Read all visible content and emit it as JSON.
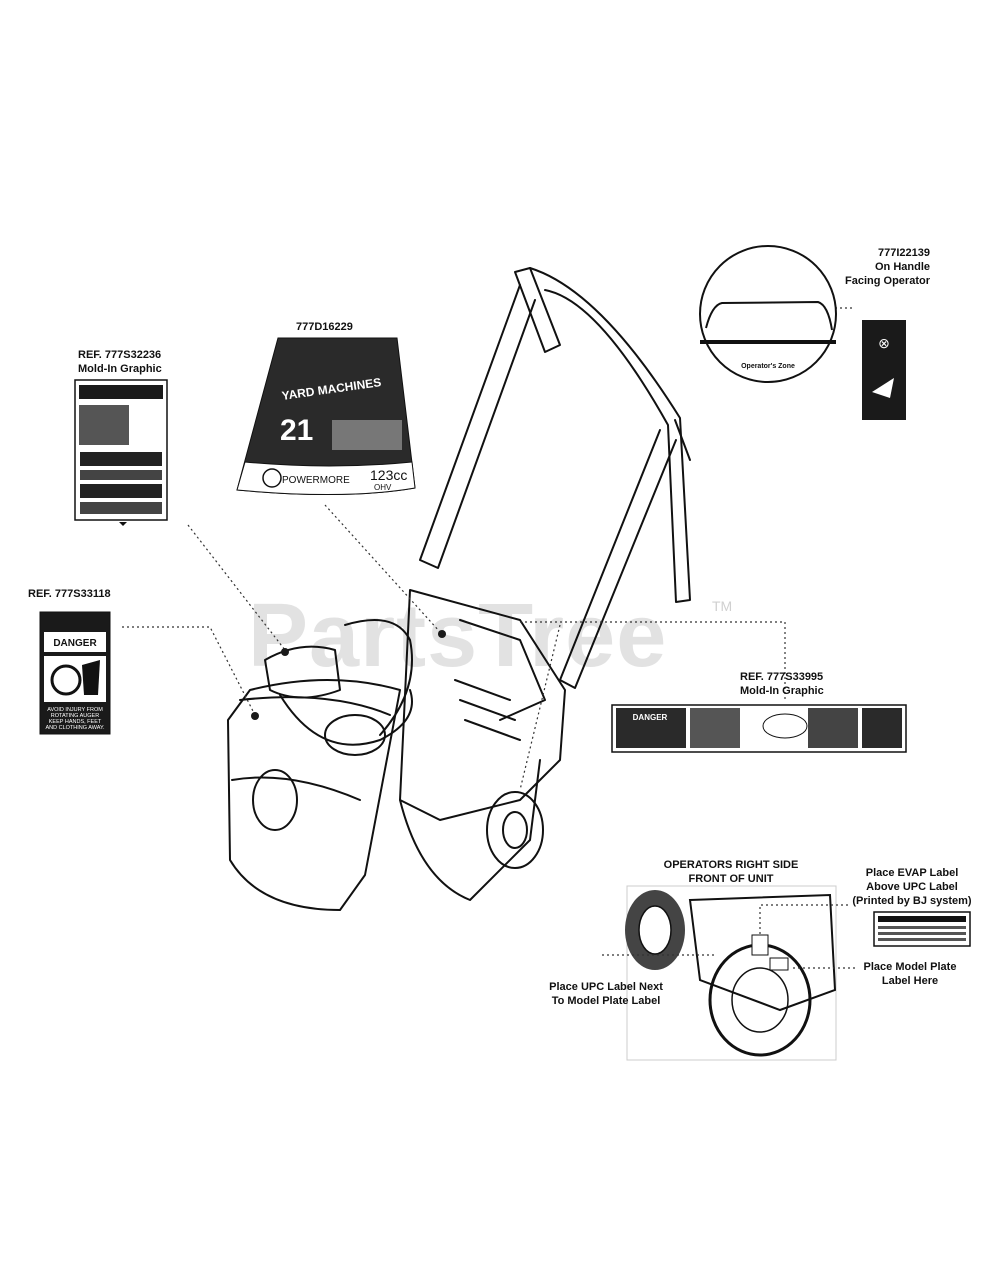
{
  "watermark": {
    "text": "PartsTree",
    "tm": "TM"
  },
  "parts": {
    "p1": {
      "ref": "777I22139",
      "line2": "On Handle",
      "line3": "Facing Operator"
    },
    "p2": {
      "ref": "777D16229"
    },
    "p3": {
      "ref": "REF. 777S32236",
      "line2": "Mold-In Graphic"
    },
    "p4": {
      "ref": "REF.  777S33118"
    },
    "p5": {
      "ref": "REF. 777S33995",
      "line2": "Mold-In Graphic"
    }
  },
  "decals": {
    "danger": "DANGER",
    "brand": "YARD MACHINES",
    "size": "21",
    "engine_brand": "POWERMORE",
    "engine_cc": "123cc",
    "engine_type": "OHV",
    "avoid_text_1": "AVOID INJURY FROM",
    "avoid_text_2": "ROTATING AUGER",
    "avoid_text_3": "KEEP HANDS, FEET",
    "avoid_text_4": "AND CLOTHING AWAY.",
    "handle_strip": "Operator's Zone"
  },
  "detail": {
    "title1": "OPERATORS RIGHT SIDE",
    "title2": "FRONT OF UNIT",
    "evap1": "Place EVAP Label",
    "evap2": "Above UPC Label",
    "evap3": "(Printed by BJ system)",
    "upc1": "Place UPC Label Next",
    "upc2": "To Model Plate Label",
    "plate1": "Place Model Plate",
    "plate2": "Label Here"
  }
}
